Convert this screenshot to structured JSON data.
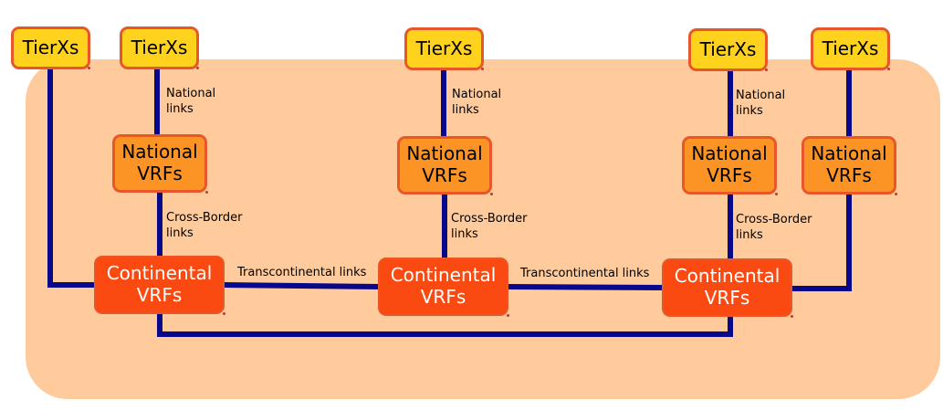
{
  "colors": {
    "background": "#ffcb9c",
    "tier": "#ffd21e",
    "national": "#fb9425",
    "continental": "#fb4a11",
    "border": "#e8572a",
    "link": "#08088a"
  },
  "nodes": {
    "tier_1": "TierXs",
    "tier_2": "TierXs",
    "tier_3": "TierXs",
    "tier_4": "TierXs",
    "tier_5": "TierXs",
    "national_1": "National\nVRFs",
    "national_2": "National\nVRFs",
    "national_3": "National\nVRFs",
    "national_4": "National\nVRFs",
    "continental_1": "Continental\nVRFs",
    "continental_2": "Continental\nVRFs",
    "continental_3": "Continental\nVRFs"
  },
  "labels": {
    "national_links_1": "National\nlinks",
    "national_links_2": "National\nlinks",
    "national_links_3": "National\nlinks",
    "cross_border_1": "Cross-Border\nlinks",
    "cross_border_2": "Cross-Border\nlinks",
    "cross_border_3": "Cross-Border\nlinks",
    "transcontinental_1": "Transcontinental links",
    "transcontinental_2": "Transcontinental links"
  }
}
